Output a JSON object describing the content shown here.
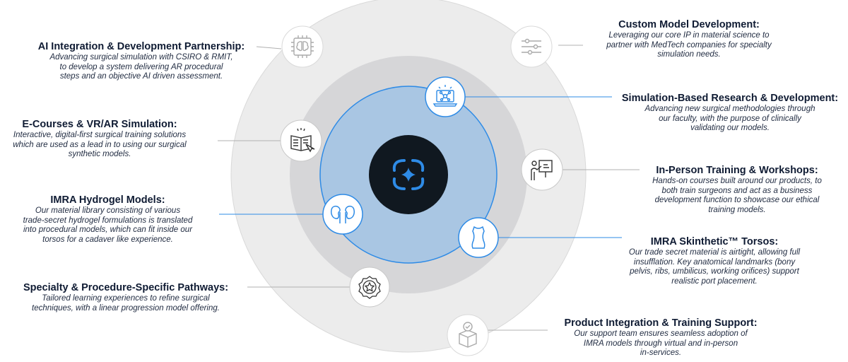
{
  "items": [
    {
      "title": "AI Integration & Development Partnership:",
      "desc": [
        "Advancing surgical simulation with CSIRO & RMIT,",
        "to develop a system delivering AR procedural",
        "steps and an objective AI driven assessment."
      ]
    },
    {
      "title": "E-Courses & VR/AR Simulation:",
      "desc": [
        "Interactive, digital-first surgical training solutions",
        "which are used as a lead in to using our surgical",
        "synthetic models."
      ]
    },
    {
      "title": "IMRA Hydrogel Models:",
      "desc": [
        "Our material library consisting of various",
        "trade-secret hydrogel formulations is translated",
        "into procedural models, which can fit inside our",
        "torsos for a cadaver like experience."
      ]
    },
    {
      "title": "Specialty & Procedure-Specific Pathways:",
      "desc": [
        "Tailored learning experiences to refine surgical",
        "techniques, with a linear progression model offering."
      ]
    },
    {
      "title": "Custom Model Development:",
      "desc": [
        "Leveraging our core IP in material science to",
        "partner with MedTech companies for specialty",
        "simulation needs."
      ]
    },
    {
      "title": "Simulation-Based Research & Development:",
      "desc": [
        "Advancing new surgical methodologies through",
        "our faculty, with the purpose of clinically",
        "validating our models."
      ]
    },
    {
      "title": "In-Person Training & Workshops:",
      "desc": [
        "Hands-on courses built around our products, to",
        "both train surgeons and act as a business",
        "development function to showcase our ethical",
        "training models."
      ]
    },
    {
      "title": "IMRA Skinthetic™ Torsos:",
      "desc": [
        "Our trade secret material is airtight, allowing full",
        "insufflation. Key anatomical landmarks (bony",
        "pelvis, ribs, umbilicus, working orifices) support",
        "realistic port placement."
      ]
    },
    {
      "title": "Product Integration & Training Support:",
      "desc": [
        "Our support team ensures seamless adoption of",
        "IMRA models through virtual and in-person",
        "in-services."
      ]
    }
  ],
  "icons": [
    "brain-chip-icon",
    "book-cursor-icon",
    "kidney-icon",
    "badge-star-icon",
    "sliders-icon",
    "laptop-molecule-icon",
    "presenter-board-icon",
    "torso-icon",
    "box-check-icon",
    "center-logo-icon"
  ],
  "colors": {
    "outer_ring": "#ececec",
    "middle_ring": "#d6d6d8",
    "inner_ring": "#a9c6e3",
    "core": "#101820",
    "accent": "#2e8be6",
    "text": "#0f1b33"
  }
}
